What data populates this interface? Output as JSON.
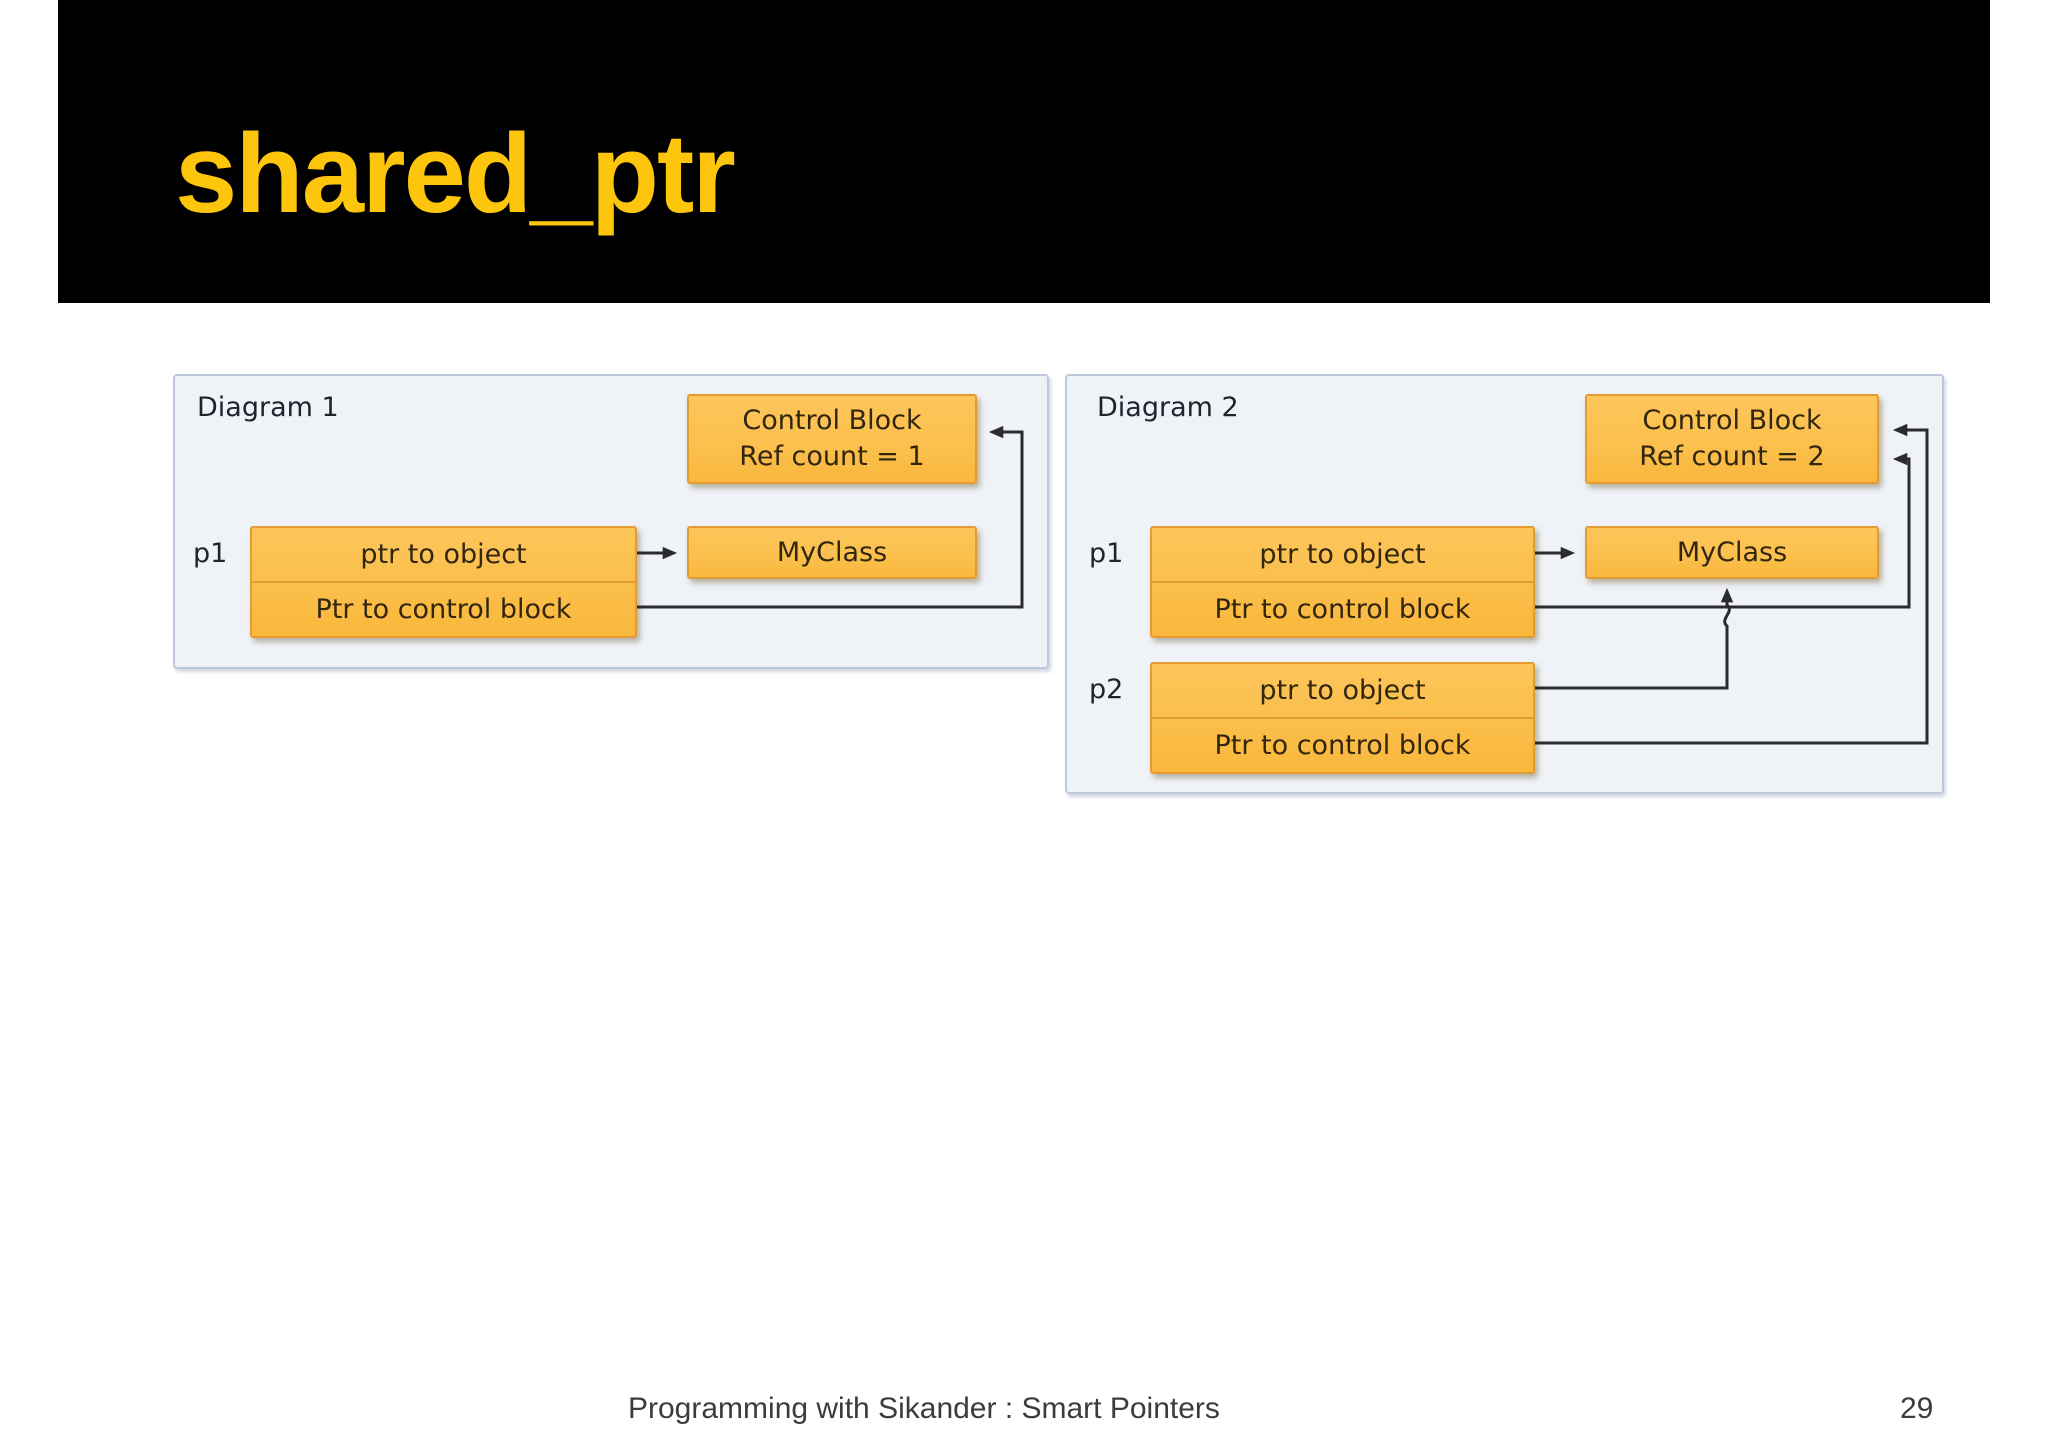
{
  "slide": {
    "title": "shared_ptr",
    "footer_text": "Programming with Sikander : Smart Pointers",
    "page_number": "29"
  },
  "diagram1": {
    "label": "Diagram 1",
    "control_block_line1": "Control Block",
    "control_block_line2": "Ref count = 1",
    "object_label": "MyClass",
    "pointers": [
      {
        "name": "p1",
        "row1": "ptr to object",
        "row2": "Ptr to control block"
      }
    ]
  },
  "diagram2": {
    "label": "Diagram 2",
    "control_block_line1": "Control Block",
    "control_block_line2": "Ref count = 2",
    "object_label": "MyClass",
    "pointers": [
      {
        "name": "p1",
        "row1": "ptr to object",
        "row2": "Ptr to control block"
      },
      {
        "name": "p2",
        "row1": "ptr to object",
        "row2": "Ptr to control block"
      }
    ]
  },
  "colors": {
    "title": "#FEC50D",
    "header_bg": "#000000",
    "box_fill": "#FBC04E",
    "box_border": "#E39C33",
    "panel_bg": "#EFF2F7",
    "panel_border": "#BCC9DD",
    "arrow": "#2B2B2B"
  }
}
